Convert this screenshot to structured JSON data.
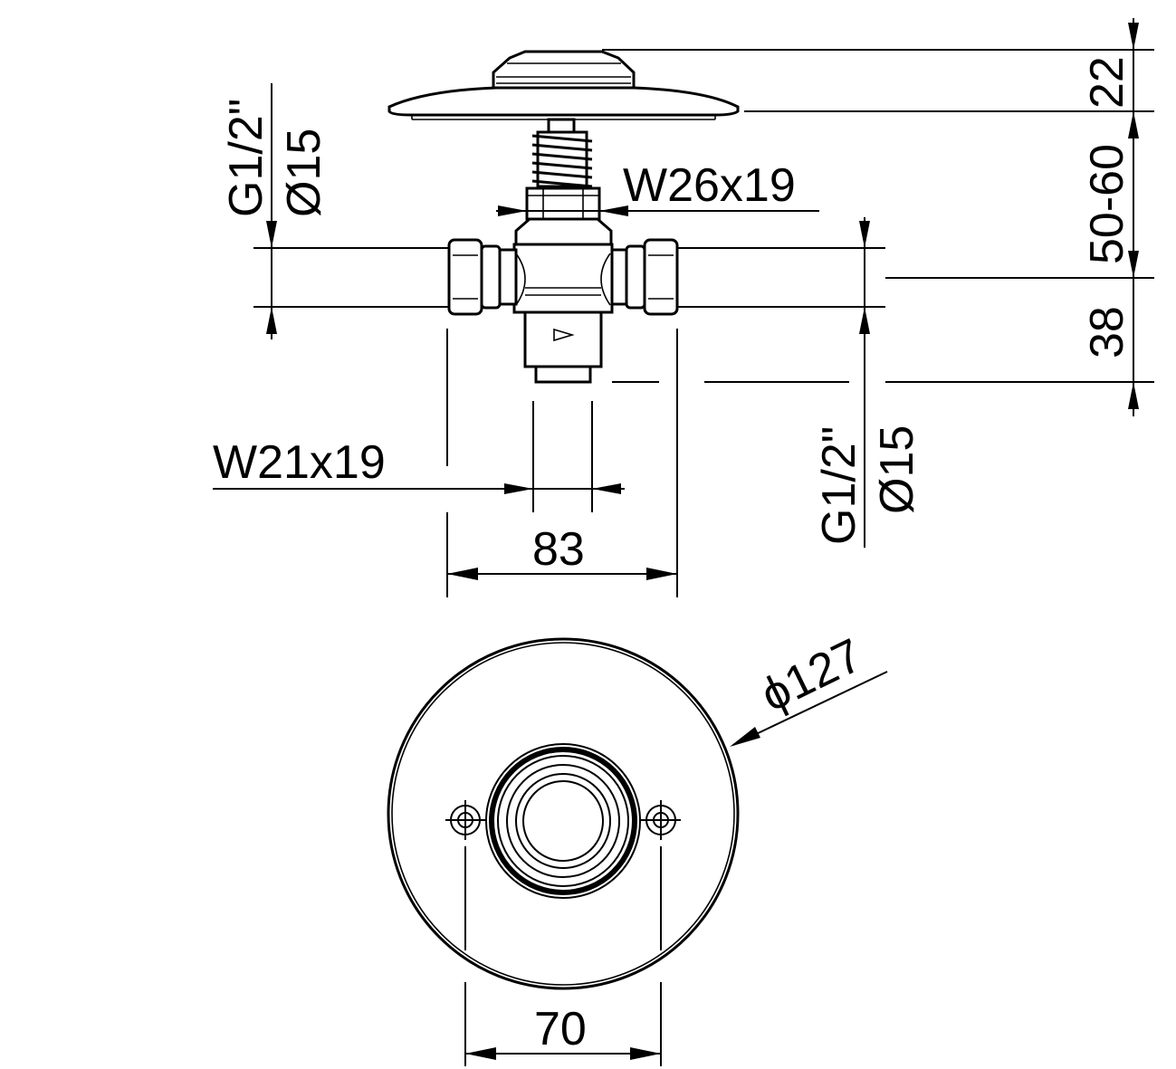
{
  "labels": {
    "left_thread": "G1/2\"",
    "left_diameter": "Ø15",
    "right_thread": "G1/2\"",
    "right_diameter": "Ø15",
    "wrench_top": "W26x19",
    "wrench_bottom": "W21x19",
    "width_body": "83",
    "height_cap": "22",
    "height_range": "50-60",
    "height_body": "38",
    "plate_diameter": "ϕ127",
    "hole_spacing": "70"
  }
}
